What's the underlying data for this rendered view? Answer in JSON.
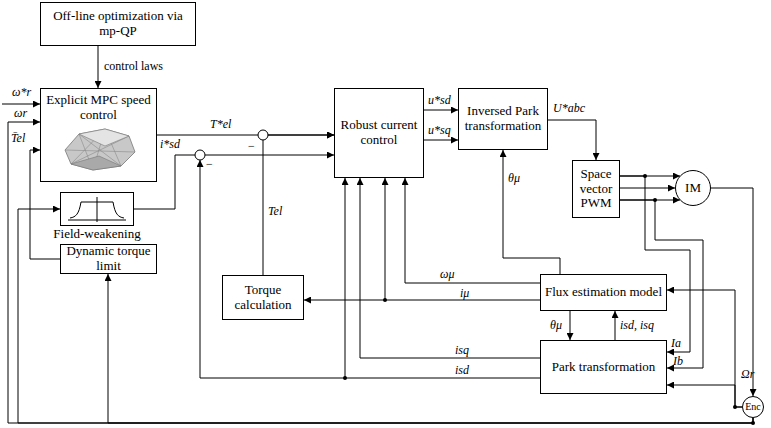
{
  "diagram": {
    "nodes": [
      {
        "text": [
          "Off-line optimization via mp-QP"
        ]
      },
      {
        "text": [
          "Explicit MPC speed control"
        ]
      },
      {
        "text": [
          "Robust current control"
        ]
      },
      {
        "text": [
          "Inversed Park transformation"
        ]
      },
      {
        "text": [
          "Space vector PWM"
        ]
      },
      {
        "text": [
          "IM"
        ]
      },
      {
        "text": [
          "Flux estimation model"
        ]
      },
      {
        "text": [
          "Torque calculation"
        ]
      },
      {
        "text": [
          "Park transformation"
        ]
      },
      {
        "text": [
          "Enc"
        ]
      },
      {
        "text": [
          "Field-weakening"
        ]
      },
      {
        "text": [
          "Dynamic torque limit"
        ]
      }
    ],
    "edges": [
      {
        "from": 0,
        "to": 1,
        "arrow": "to",
        "label": "control laws"
      },
      {
        "from": 1,
        "to": 2,
        "arrow": "to",
        "label": "T*el"
      },
      {
        "from": 10,
        "to": 2,
        "arrow": "to",
        "label": "i*sd"
      },
      {
        "from": 7,
        "to": 2,
        "arrow": "to",
        "label": "Tel"
      },
      {
        "from": 2,
        "to": 3,
        "arrow": "to",
        "label": "u*sd"
      },
      {
        "from": 2,
        "to": 3,
        "arrow": "to",
        "label": "u*sq"
      },
      {
        "from": 3,
        "to": 4,
        "arrow": "to",
        "label": "U*abc"
      },
      {
        "from": 4,
        "to": 5,
        "arrow": "to"
      },
      {
        "from": 5,
        "to": 9,
        "arrow": "to"
      },
      {
        "from": 9,
        "to": 1,
        "arrow": "to",
        "label": "ωr"
      },
      {
        "from": 9,
        "to": 10,
        "arrow": "to"
      },
      {
        "from": 9,
        "to": 11,
        "arrow": "to"
      },
      {
        "from": 11,
        "to": 1,
        "arrow": "to",
        "label": "T̄el"
      },
      {
        "from": 9,
        "to": 8,
        "arrow": "to",
        "label": "Ωr"
      },
      {
        "from": 9,
        "to": 6,
        "arrow": "to"
      },
      {
        "from": 4,
        "to": 8,
        "arrow": "to",
        "label": "Ia"
      },
      {
        "from": 4,
        "to": 8,
        "arrow": "to",
        "label": "Ib"
      },
      {
        "from": 6,
        "to": 3,
        "arrow": "to",
        "label": "θμ"
      },
      {
        "from": 6,
        "to": 2,
        "arrow": "to",
        "label": "ωμ"
      },
      {
        "from": 6,
        "to": 7,
        "arrow": "to",
        "label": "iμ"
      },
      {
        "from": 6,
        "to": 8,
        "arrow": "to",
        "label": "θμ"
      },
      {
        "from": 8,
        "to": 6,
        "arrow": "to",
        "label": "isd, isq"
      },
      {
        "from": 8,
        "to": 2,
        "arrow": "to",
        "label": "isq"
      },
      {
        "from": 8,
        "to": 2,
        "arrow": "to",
        "label": "isd"
      }
    ],
    "labels": [
      "ω*r",
      "−",
      "−"
    ]
  }
}
